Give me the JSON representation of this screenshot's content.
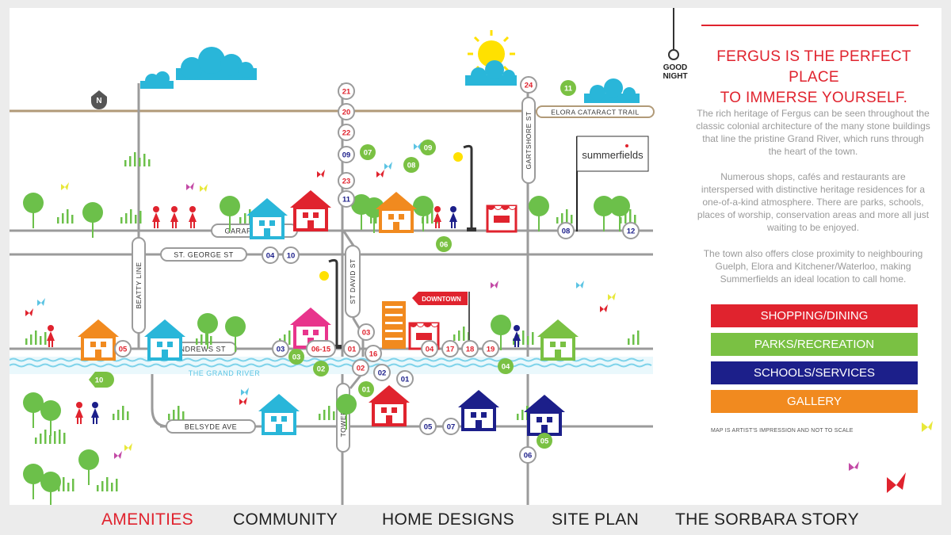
{
  "map": {
    "streets": [
      {
        "id": "garafraxa",
        "label": "GARAFRAXA ST"
      },
      {
        "id": "st-george",
        "label": "ST. GEORGE ST"
      },
      {
        "id": "beatty",
        "label": "BEATTY LINE"
      },
      {
        "id": "st-andrews",
        "label": "ST. ANDREWS ST"
      },
      {
        "id": "st-david",
        "label": "ST DAVID ST"
      },
      {
        "id": "tower",
        "label": "TOWER ST"
      },
      {
        "id": "belsyde",
        "label": "BELSYDE AVE"
      },
      {
        "id": "gartshore",
        "label": "GARTSHORE ST"
      },
      {
        "id": "elora-trail",
        "label": "ELORA CATARACT TRAIL"
      },
      {
        "id": "grand-river",
        "label": "THE GRAND RIVER"
      }
    ],
    "downtown_label": "DOWNTOWN",
    "summerfields_label": "summerfields",
    "markers": [
      {
        "label": "21",
        "cat": "shopping"
      },
      {
        "label": "20",
        "cat": "shopping"
      },
      {
        "label": "22",
        "cat": "shopping"
      },
      {
        "label": "09",
        "cat": "schools"
      },
      {
        "label": "23",
        "cat": "shopping"
      },
      {
        "label": "11",
        "cat": "schools"
      },
      {
        "label": "24",
        "cat": "shopping"
      },
      {
        "label": "07",
        "cat": "parks"
      },
      {
        "label": "09",
        "cat": "parks"
      },
      {
        "label": "08",
        "cat": "parks"
      },
      {
        "label": "11",
        "cat": "parks"
      },
      {
        "label": "06",
        "cat": "parks"
      },
      {
        "label": "08",
        "cat": "schools"
      },
      {
        "label": "12",
        "cat": "schools"
      },
      {
        "label": "04",
        "cat": "schools"
      },
      {
        "label": "10",
        "cat": "schools"
      },
      {
        "label": "05",
        "cat": "shopping"
      },
      {
        "label": "03",
        "cat": "schools"
      },
      {
        "label": "03",
        "cat": "parks"
      },
      {
        "label": "06-15",
        "cat": "shopping"
      },
      {
        "label": "01",
        "cat": "shopping"
      },
      {
        "label": "16",
        "cat": "shopping"
      },
      {
        "label": "03",
        "cat": "shopping"
      },
      {
        "label": "04",
        "cat": "shopping"
      },
      {
        "label": "17",
        "cat": "shopping"
      },
      {
        "label": "18",
        "cat": "shopping"
      },
      {
        "label": "19",
        "cat": "shopping"
      },
      {
        "label": "02",
        "cat": "parks"
      },
      {
        "label": "02",
        "cat": "shopping"
      },
      {
        "label": "02",
        "cat": "schools"
      },
      {
        "label": "01",
        "cat": "schools"
      },
      {
        "label": "01",
        "cat": "parks"
      },
      {
        "label": "04",
        "cat": "parks"
      },
      {
        "label": "10",
        "cat": "parks"
      },
      {
        "label": "05",
        "cat": "schools"
      },
      {
        "label": "07",
        "cat": "schools"
      },
      {
        "label": "05",
        "cat": "parks"
      },
      {
        "label": "06",
        "cat": "schools"
      }
    ]
  },
  "good_night": "GOOD\nNIGHT",
  "headline_line1": "FERGUS IS THE PERFECT PLACE",
  "headline_line2": "TO IMMERSE YOURSELF.",
  "para1": "The rich heritage of Fergus can be seen throughout the classic colonial architecture of the many stone buildings that line the pristine Grand River, which runs through the heart of the town.",
  "para2": "Numerous shops, cafés and restaurants are interspersed with distinctive heritage residences for a one-of-a-kind atmosphere. There are parks, schools, places of worship, conservation areas and more all just waiting to be enjoyed.",
  "para3": "The town also offers close proximity to neighbouring Guelph, Elora and Kitchener/Waterloo, making Summerfields an ideal location to call home.",
  "categories": [
    {
      "label": "SHOPPING/DINING",
      "color": "#e0232e"
    },
    {
      "label": "PARKS/RECREATION",
      "color": "#7ac143"
    },
    {
      "label": "SCHOOLS/SERVICES",
      "color": "#1c1f8a"
    },
    {
      "label": "GALLERY",
      "color": "#f18a1f"
    }
  ],
  "disclaimer": "MAP IS ARTIST'S IMPRESSION AND NOT TO SCALE",
  "nav": [
    {
      "label": "AMENITIES",
      "active": true
    },
    {
      "label": "COMMUNITY",
      "active": false
    },
    {
      "label": "HOME DESIGNS",
      "active": false
    },
    {
      "label": "SITE PLAN",
      "active": false
    },
    {
      "label": "THE SORBARA STORY",
      "active": false
    }
  ],
  "colors": {
    "red": "#e0232e",
    "green": "#7ac143",
    "navy": "#1c1f8a",
    "orange": "#f18a1f",
    "cyan": "#29b6d9",
    "magenta": "#e8348c",
    "road": "#9b9b9b",
    "trail": "#b19a78",
    "river": "#7fd3ea",
    "tree": "#6cc04a",
    "sun": "#ffe100"
  }
}
